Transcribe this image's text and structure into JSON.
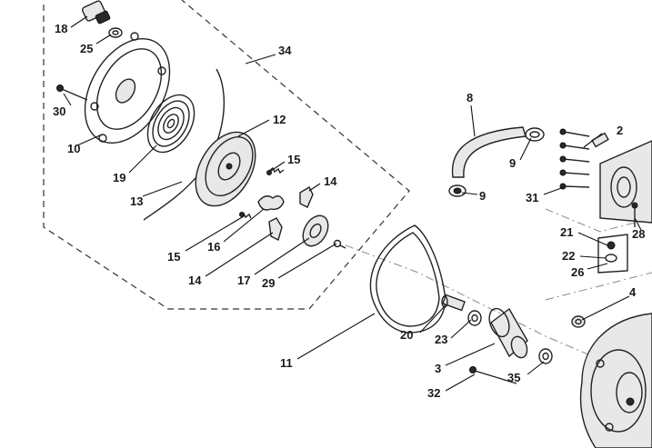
{
  "labels": {
    "l18": "18",
    "l25": "25",
    "l34": "34",
    "l30": "30",
    "l10": "10",
    "l19": "19",
    "l12": "12",
    "l13": "13",
    "l15a": "15",
    "l14a": "14",
    "l15b": "15",
    "l16": "16",
    "l14b": "14",
    "l17": "17",
    "l29": "29",
    "l8": "8",
    "l2": "2",
    "l9a": "9",
    "l9b": "9",
    "l31": "31",
    "l28": "28",
    "l21": "21",
    "l22": "22",
    "l26": "26",
    "l4": "4",
    "l11": "11",
    "l20": "20",
    "l23": "23",
    "l3": "3",
    "l35": "35",
    "l32": "32"
  }
}
